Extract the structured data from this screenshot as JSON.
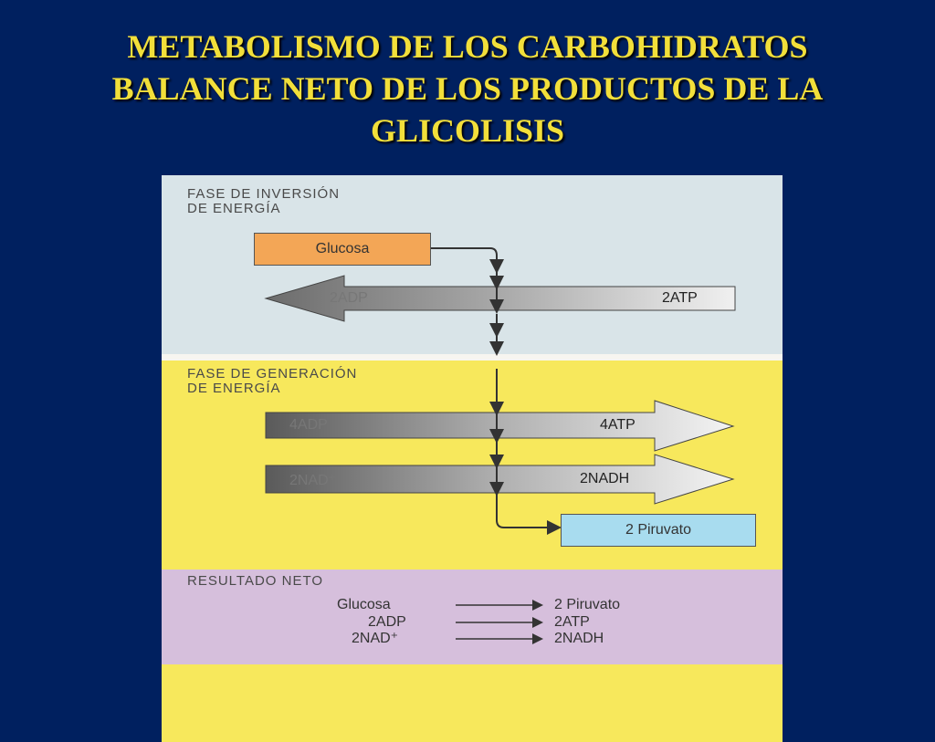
{
  "title": {
    "line1": "METABOLISMO DE LOS CARBOHIDRATOS",
    "line2": "BALANCE NETO DE LOS PRODUCTOS DE LA",
    "line3": "GLICOLISIS"
  },
  "phase_investment": {
    "label_line1": "FASE DE INVERSIÓN",
    "label_line2": "DE ENERGÍA",
    "glucose_box": "Glucosa",
    "arrow_left_text": "2ADP",
    "arrow_right_text": "2ATP"
  },
  "phase_generation": {
    "label_line1": "FASE DE GENERACIÓN",
    "label_line2": "DE ENERGÍA",
    "arrow1_left_text": "4ADP",
    "arrow1_right_text": "4ATP",
    "arrow2_left_text": "2NAD⁺",
    "arrow2_right_text": "2NADH",
    "pyruvate_box": "2 Piruvato"
  },
  "net_result": {
    "label": "RESULTADO NETO",
    "rows": [
      {
        "left": "Glucosa",
        "right": "2 Piruvato"
      },
      {
        "left": "2ADP",
        "right": "2ATP"
      },
      {
        "left": "2NAD⁺",
        "right": "2NADH"
      }
    ]
  },
  "colors": {
    "background": "#00205f",
    "title": "#f2df3a",
    "investment_panel": "#d9e4e8",
    "generation_panel": "#f7e85c",
    "result_panel": "#d6bfdc",
    "glucose_box": "#f3a656",
    "pyruvate_box": "#a8dcef"
  }
}
